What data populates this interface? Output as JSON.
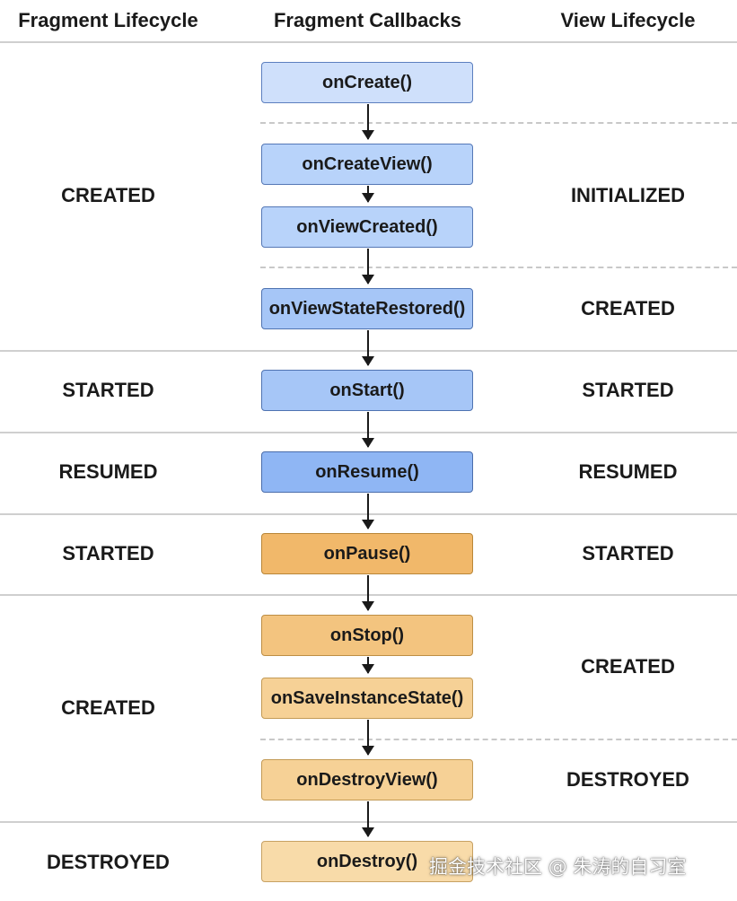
{
  "headers": {
    "fragment_lifecycle": "Fragment Lifecycle",
    "fragment_callbacks": "Fragment Callbacks",
    "view_lifecycle": "View Lifecycle"
  },
  "fragment_states": [
    "CREATED",
    "STARTED",
    "RESUMED",
    "STARTED",
    "CREATED",
    "DESTROYED"
  ],
  "view_states": [
    "INITIALIZED",
    "CREATED",
    "STARTED",
    "RESUMED",
    "STARTED",
    "CREATED",
    "DESTROYED"
  ],
  "callbacks": [
    "onCreate()",
    "onCreateView()",
    "onViewCreated()",
    "onViewStateRestored()",
    "onStart()",
    "onResume()",
    "onPause()",
    "onStop()",
    "onSaveInstanceState()",
    "onDestroyView()",
    "onDestroy()"
  ],
  "colors": {
    "blue_fill": "#a6c6f7",
    "orange_fill": "#f3c47f",
    "divider": "#cfcfcf"
  },
  "watermark": "掘金技术社区 @ 朱涛的自习室"
}
